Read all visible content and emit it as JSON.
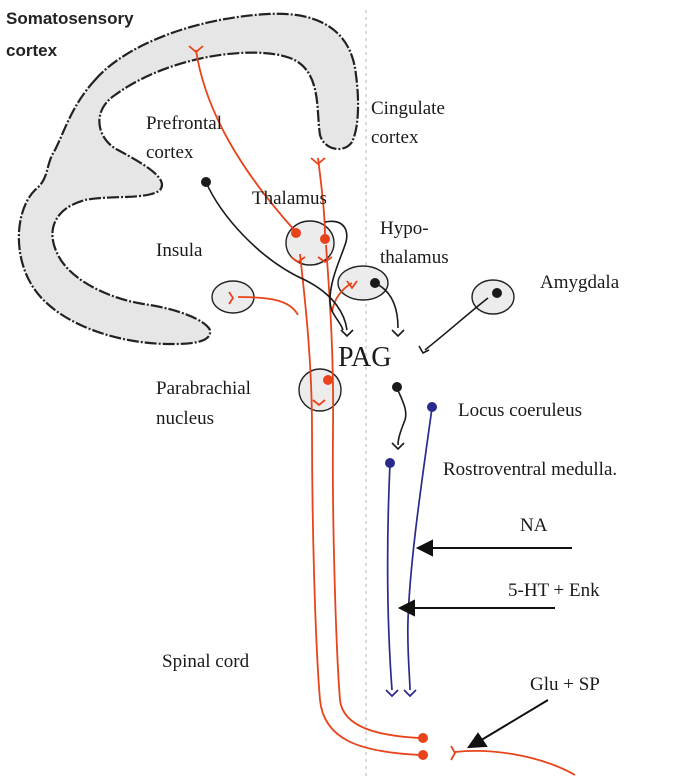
{
  "labels": {
    "somatosensory_1": "Somatosensory",
    "somatosensory_2": "cortex",
    "prefrontal_1": "Prefrontal",
    "prefrontal_2": "cortex",
    "cingulate_1": "Cingulate",
    "cingulate_2": "cortex",
    "thalamus": "Thalamus",
    "insula": "Insula",
    "hypothalamus_1": "Hypo-",
    "hypothalamus_2": "thalamus",
    "amygdala": "Amygdala",
    "pag": "PAG",
    "parabrachial_1": "Parabrachial",
    "parabrachial_2": "nucleus",
    "locus_coeruleus": "Locus coeruleus",
    "rostroventral_medulla": "Rostroventral medulla.",
    "na": "NA",
    "serotonin_enk": "5-HT + Enk",
    "spinal_cord": "Spinal cord",
    "glu_sp": "Glu + SP"
  },
  "colors": {
    "ascending_pathway": "#e8431a",
    "descending_noradrenergic": "#2a2a8c",
    "modulatory_pathway": "#1a1a1a",
    "cortex_fill": "#e6e6e6",
    "outline": "#222222",
    "midline": "#b8b8b8"
  }
}
